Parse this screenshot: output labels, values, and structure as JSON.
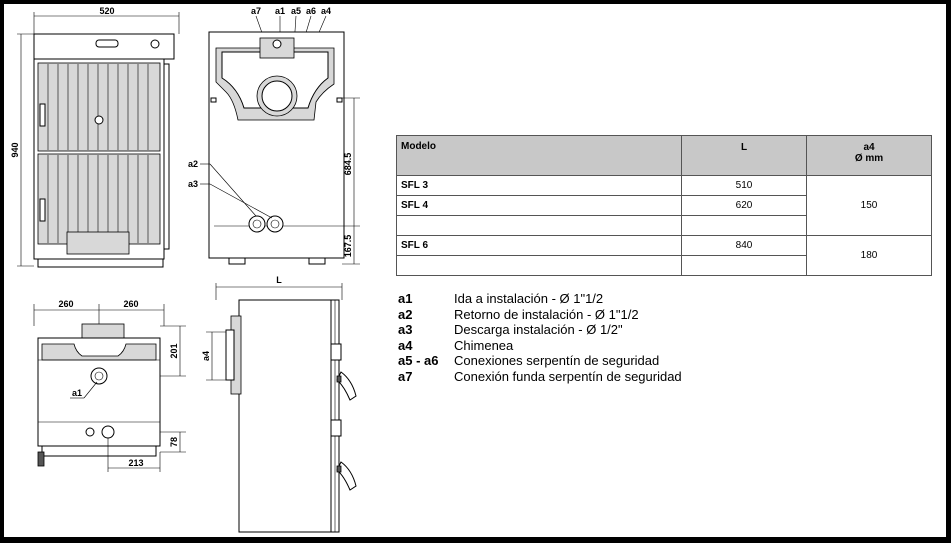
{
  "front_view": {
    "width_label": "520",
    "height_label": "940"
  },
  "rear_view": {
    "callouts": [
      "a7",
      "a1",
      "a5",
      "a6",
      "a4"
    ],
    "side_callouts": [
      "a2",
      "a3"
    ],
    "height_upper": "684.5",
    "height_lower": "167.5"
  },
  "top_view": {
    "left_label": "260",
    "right_label": "260",
    "depth_label": "201",
    "offset_label": "213",
    "bottom_label": "78",
    "callout": "a1"
  },
  "side_view": {
    "length_label": "L",
    "a4_label": "a4"
  },
  "table": {
    "headers": {
      "model": "Modelo",
      "length": "L",
      "a4_line1": "a4",
      "a4_line2": "Ø mm"
    },
    "rows": [
      {
        "model": "SFL 3",
        "length": "510"
      },
      {
        "model": "SFL 4",
        "length": "620"
      },
      {
        "model": "",
        "length": ""
      },
      {
        "model": "SFL 6",
        "length": "840"
      },
      {
        "model": "",
        "length": ""
      }
    ],
    "a4_groups": [
      "150",
      "180"
    ]
  },
  "legend": [
    {
      "key": "a1",
      "desc": "Ida a instalación - Ø 1\"1/2"
    },
    {
      "key": "a2",
      "desc": "Retorno de instalación - Ø 1\"1/2"
    },
    {
      "key": "a3",
      "desc": "Descarga instalación - Ø 1/2\""
    },
    {
      "key": "a4",
      "desc": "Chimenea"
    },
    {
      "key": "a5 - a6",
      "desc": "Conexiones serpentín de seguridad"
    },
    {
      "key": "a7",
      "desc": "Conexión funda serpentín de seguridad"
    }
  ]
}
